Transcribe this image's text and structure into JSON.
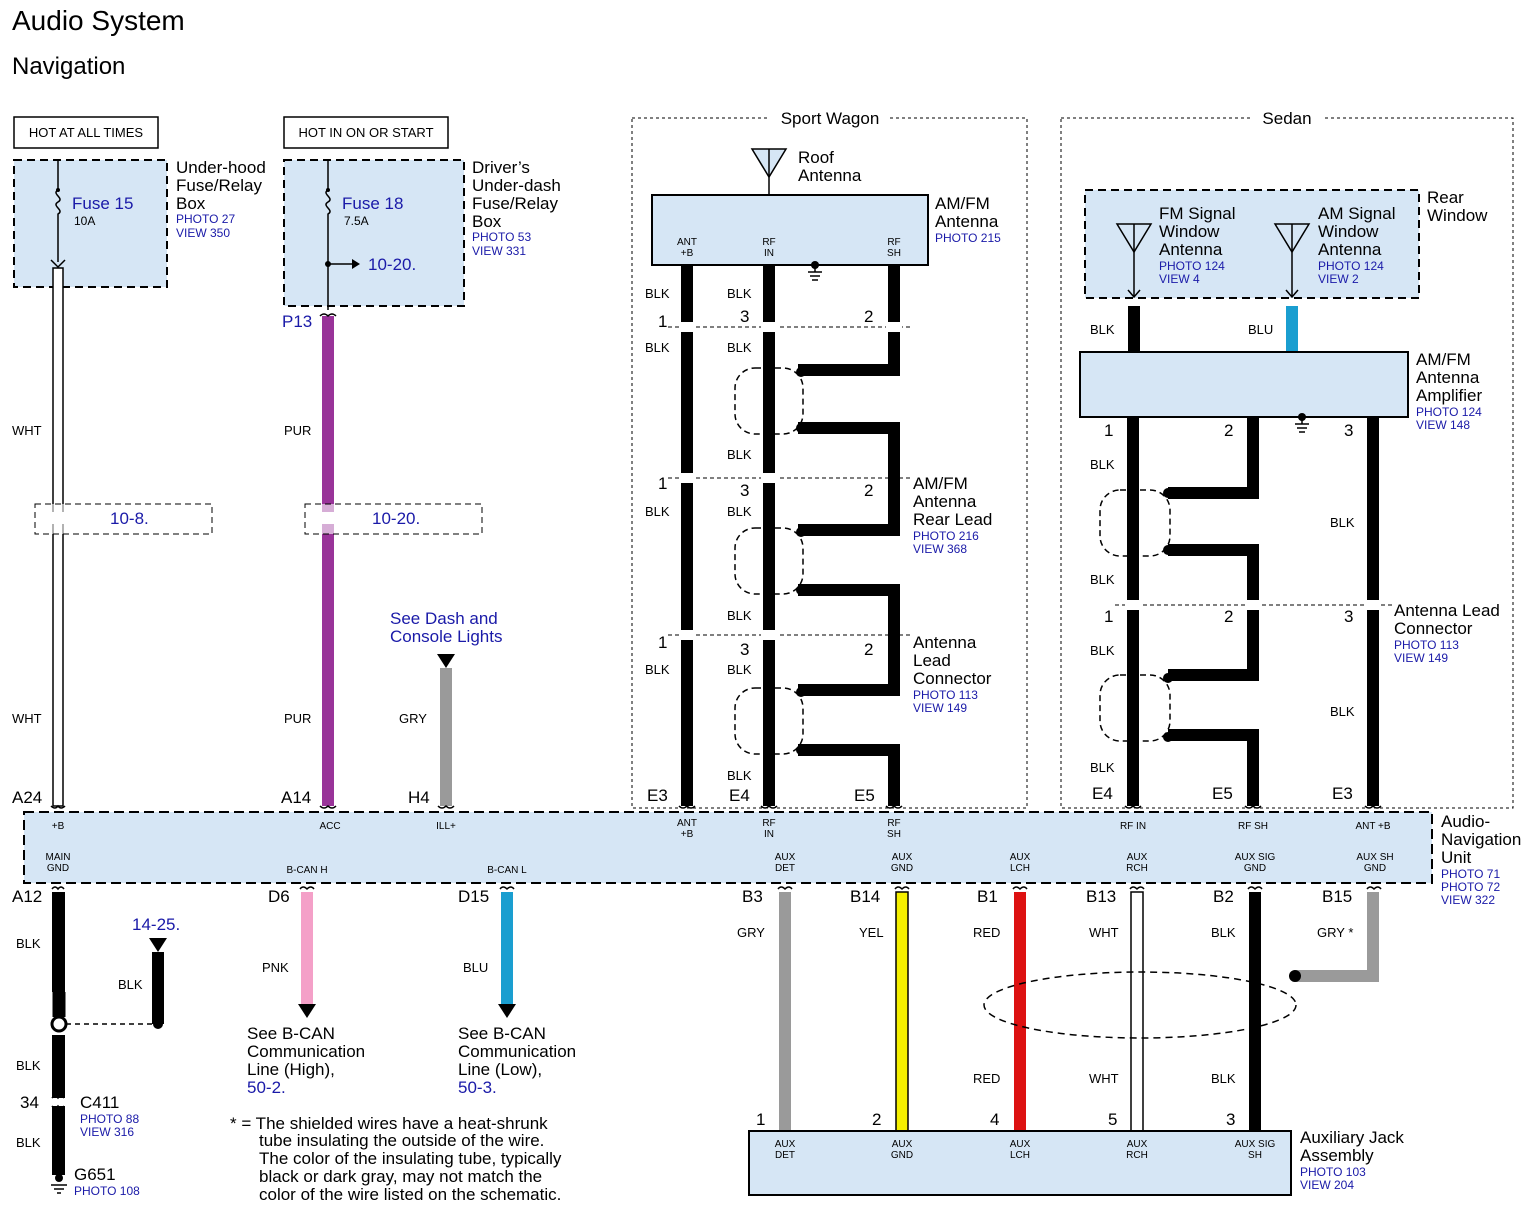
{
  "title": "Audio System",
  "subtitle": "Navigation",
  "power": {
    "hot_at_all_times": "HOT AT ALL TIMES",
    "hot_in_on": "HOT IN ON OR START",
    "fuse15": "Fuse 15",
    "fuse15_amp": "10A",
    "fuse18": "Fuse 18",
    "fuse18_amp": "7.5A",
    "underhood_l1": "Under-hood",
    "underhood_l2": "Fuse/Relay",
    "underhood_l3": "Box",
    "underhood_photo": "PHOTO 27",
    "underhood_view": "VIEW 350",
    "underdash_l1": "Driver’s",
    "underdash_l2": "Under-dash",
    "underdash_l3": "Fuse/Relay",
    "underdash_l4": "Box",
    "underdash_photo": "PHOTO 53",
    "underdash_view": "VIEW 331",
    "ref_10_20_a": "10-20.",
    "p13": "P13",
    "ref_10_8": "10-8.",
    "ref_10_20_b": "10-20.",
    "wht": "WHT",
    "pur": "PUR",
    "gry": "GRY",
    "dash_l1": "See Dash and",
    "dash_l2": "Console Lights"
  },
  "sport_wagon": {
    "title": "Sport Wagon",
    "roof_l1": "Roof",
    "roof_l2": "Antenna",
    "antenna_l1": "AM/FM",
    "antenna_l2": "Antenna",
    "antenna_photo": "PHOTO 215",
    "pin_antb_1": "ANT",
    "pin_antb_2": "+B",
    "pin_rfin_1": "RF",
    "pin_rfin_2": "IN",
    "pin_rfsh_1": "RF",
    "pin_rfsh_2": "SH",
    "blk": "BLK",
    "n1": "1",
    "n2": "2",
    "n3": "3",
    "rear_lead_l1": "AM/FM",
    "rear_lead_l2": "Antenna",
    "rear_lead_l3": "Rear Lead",
    "rear_lead_photo": "PHOTO 216",
    "rear_lead_view": "VIEW 368",
    "lead_l1": "Antenna",
    "lead_l2": "Lead",
    "lead_l3": "Connector",
    "lead_photo": "PHOTO 113",
    "lead_view": "VIEW 149",
    "e3": "E3",
    "e4": "E4",
    "e5": "E5"
  },
  "sedan": {
    "title": "Sedan",
    "rear_l1": "Rear",
    "rear_l2": "Window",
    "fm_l1": "FM Signal",
    "fm_l2": "Window",
    "fm_l3": "Antenna",
    "fm_photo": "PHOTO 124",
    "fm_view": "VIEW 4",
    "am_l1": "AM Signal",
    "am_l2": "Window",
    "am_l3": "Antenna",
    "am_photo": "PHOTO 124",
    "am_view": "VIEW 2",
    "blk": "BLK",
    "blu": "BLU",
    "amp_l1": "AM/FM",
    "amp_l2": "Antenna",
    "amp_l3": "Amplifier",
    "amp_photo": "PHOTO 124",
    "amp_view": "VIEW 148",
    "n1": "1",
    "n2": "2",
    "n3": "3",
    "lead_l1": "Antenna Lead",
    "lead_l2": "Connector",
    "lead_photo": "PHOTO 113",
    "lead_view": "VIEW 149",
    "e4": "E4",
    "e5": "E5",
    "e3": "E3"
  },
  "unit": {
    "name_l1": "Audio-",
    "name_l2": "Navigation",
    "name_l3": "Unit",
    "photo71": "PHOTO 71",
    "photo72": "PHOTO 72",
    "view322": "VIEW 322",
    "a24": "A24",
    "a14": "A14",
    "h4": "H4",
    "pin_b": "+B",
    "pin_acc": "ACC",
    "pin_ill": "ILL+",
    "pin_ant_1": "ANT",
    "pin_ant_2": "+B",
    "pin_rfin_1": "RF",
    "pin_rfin_2": "IN",
    "pin_rfsh_1": "RF",
    "pin_rfsh_2": "SH",
    "pin_rfin_s": "RF IN",
    "pin_rfsh_s": "RF SH",
    "pin_antb_s": "ANT +B",
    "pin_main_1": "MAIN",
    "pin_main_2": "GND",
    "pin_bcanh": "B-CAN H",
    "pin_bcanl": "B-CAN L",
    "pin_auxdet_1": "AUX",
    "pin_auxdet_2": "DET",
    "pin_auxgnd_1": "AUX",
    "pin_auxgnd_2": "GND",
    "pin_auxlch_1": "AUX",
    "pin_auxlch_2": "LCH",
    "pin_auxrch_1": "AUX",
    "pin_auxrch_2": "RCH",
    "pin_auxsig_1": "AUX SIG",
    "pin_auxsig_2": "GND",
    "pin_auxsh_1": "AUX SH",
    "pin_auxsh_2": "GND"
  },
  "bottom": {
    "a12": "A12",
    "d6": "D6",
    "d15": "D15",
    "b3": "B3",
    "b14": "B14",
    "b1": "B1",
    "b13": "B13",
    "b2": "B2",
    "b15": "B15",
    "blk": "BLK",
    "pnk": "PNK",
    "blu": "BLU",
    "gry": "GRY",
    "yel": "YEL",
    "red": "RED",
    "wht": "WHT",
    "gry_star": "GRY *",
    "ref_14_25": "14-25.",
    "c411": "C411",
    "c411_pin": "34",
    "c411_photo": "PHOTO 88",
    "c411_view": "VIEW 316",
    "g651": "G651",
    "g651_photo": "PHOTO 108",
    "bcanh_l1": "See B-CAN",
    "bcanh_l2": "Communication",
    "bcanh_l3": "Line (High),",
    "bcanh_ref": "50-2.",
    "bcanl_l1": "See B-CAN",
    "bcanl_l2": "Communication",
    "bcanl_l3": "Line (Low),",
    "bcanl_ref": "50-3.",
    "note_l1": "* =  The shielded wires have a heat-shrunk",
    "note_l2": "tube insulating the outside of the wire.",
    "note_l3": "The color of the insulating tube, typically",
    "note_l4": "black or dark gray, may not match the",
    "note_l5": "color of the wire listed on the schematic.",
    "jack_l1": "Auxiliary Jack",
    "jack_l2": "Assembly",
    "jack_photo": "PHOTO 103",
    "jack_view": "VIEW 204",
    "j1": "1",
    "j2": "2",
    "j4": "4",
    "j5": "5",
    "j3": "3",
    "jp_det_1": "AUX",
    "jp_det_2": "DET",
    "jp_gnd_1": "AUX",
    "jp_gnd_2": "GND",
    "jp_lch_1": "AUX",
    "jp_lch_2": "LCH",
    "jp_rch_1": "AUX",
    "jp_rch_2": "RCH",
    "jp_sig_1": "AUX SIG",
    "jp_sig_2": "SH"
  },
  "colors": {
    "box_fill": "#d6e6f5",
    "link_blue": "#1a1aa8",
    "wire_pur": "#993399",
    "wire_pnk": "#f4a0c8",
    "wire_blu": "#1a9ed0",
    "wire_gry": "#9a9a9a",
    "wire_yel": "#f5f000",
    "wire_red": "#dd1111",
    "wire_blk": "#000000"
  }
}
